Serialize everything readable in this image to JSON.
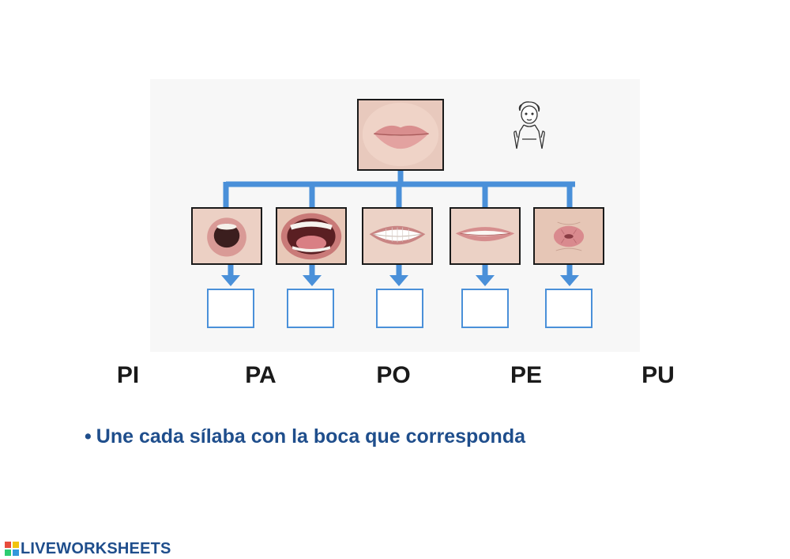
{
  "worksheet": {
    "images": {
      "top": "closed-lips",
      "mouths": [
        "mouth-o-round",
        "mouth-a-wide",
        "mouth-e-smile-teeth",
        "mouth-i-smile",
        "mouth-u-pucker"
      ],
      "sign_language_figure": "sign-language-child"
    },
    "drop_boxes": 5,
    "syllables": [
      "PI",
      "PA",
      "PO",
      "PE",
      "PU"
    ],
    "instruction": "Une cada sílaba con la boca que corresponda",
    "instruction_bullet": "•"
  },
  "footer": {
    "brand": "LIVEWORKSHEETS"
  },
  "colors": {
    "connector": "#4a90d9",
    "drop_border": "#4a90d9",
    "instruction": "#1f4e8c",
    "brand": "#1f4e8c"
  }
}
